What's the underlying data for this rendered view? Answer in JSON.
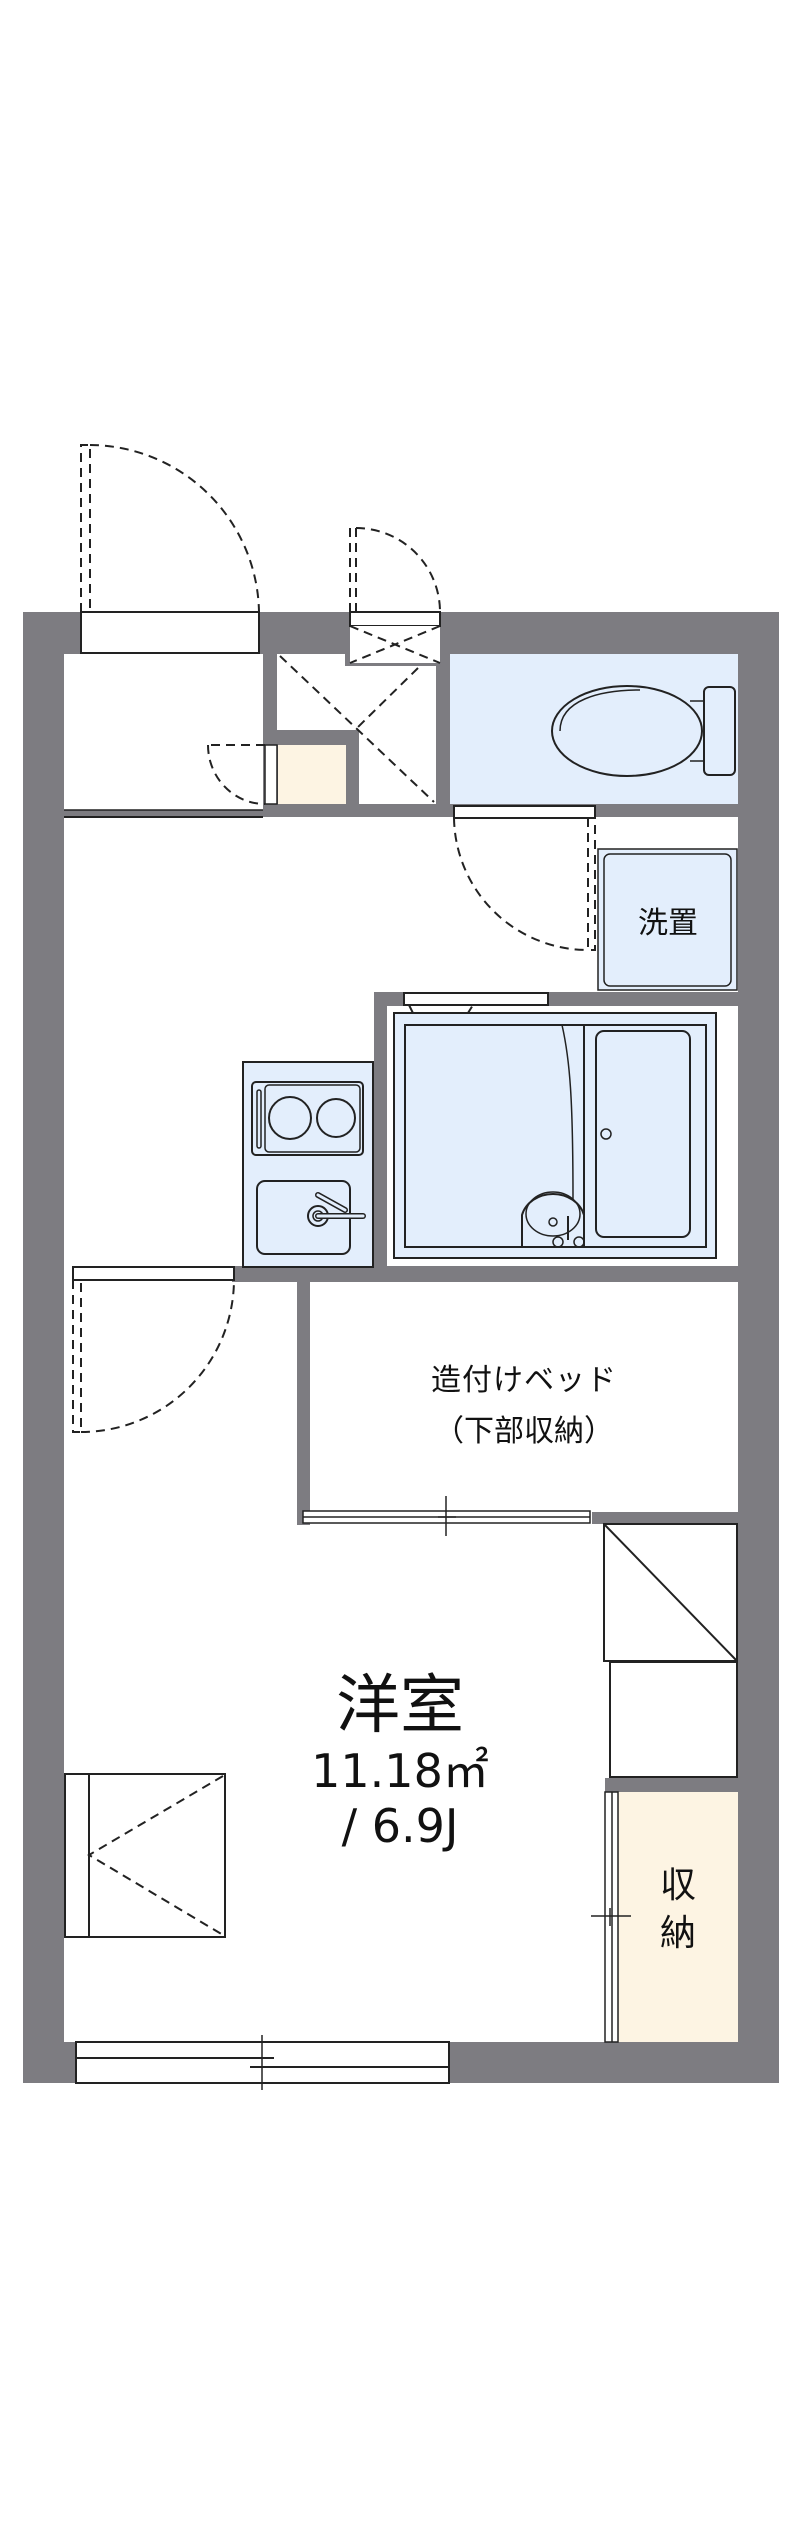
{
  "floorplan": {
    "colors": {
      "wall": "#7d7c81",
      "wet_area": "#e3eefc",
      "storage": "#fdf4e3",
      "line": "#222222"
    },
    "rooms": {
      "washer": {
        "label": "洗置"
      },
      "built_in_bed": {
        "label_line1": "造付けベッド",
        "label_line2": "（下部収納）"
      },
      "western_room": {
        "label": "洋室",
        "area": "11.18㎡",
        "jo": "/ 6.9J"
      },
      "closet": {
        "label": "収納"
      }
    }
  }
}
